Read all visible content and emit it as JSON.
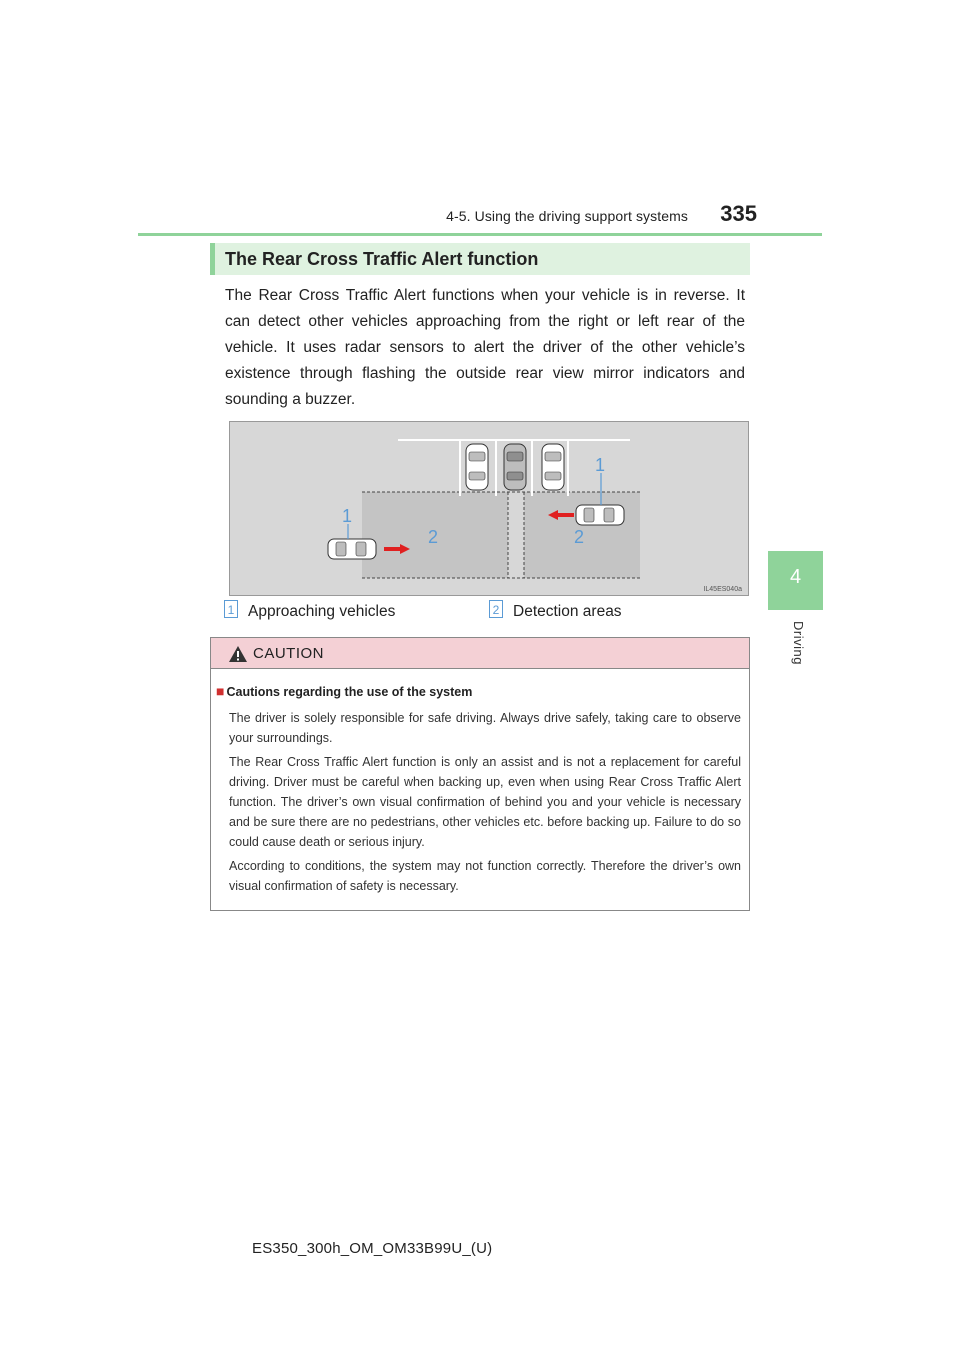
{
  "header": {
    "section_path": "4-5. Using the driving support systems",
    "page_number": "335"
  },
  "chapter_tab": {
    "number": "4",
    "label": "Driving"
  },
  "section": {
    "heading": "The Rear Cross Traffic Alert function",
    "body": "The Rear Cross Traffic Alert functions when your vehicle is in reverse. It can detect other vehicles approaching from the right or left rear of the vehicle. It uses radar sensors to alert the driver of the other vehicle’s existence through flashing the outside rear view mirror indicators and sounding a buzzer."
  },
  "figure": {
    "code": "IL45ES040a",
    "callout_1": "1",
    "callout_2": "2",
    "colors": {
      "arrow": "#e02020",
      "callout": "#5b9bd5",
      "area": "#c4c4c4",
      "background": "#d7d7d7"
    }
  },
  "legend": [
    {
      "number": "1",
      "text": "Approaching vehicles"
    },
    {
      "number": "2",
      "text": "Detection areas"
    }
  ],
  "caution": {
    "title": "CAUTION",
    "subheading": "Cautions regarding the use of the system",
    "paragraphs": [
      "The driver is solely responsible for safe driving. Always drive safely, taking care to observe your surroundings.",
      "The Rear Cross Traffic Alert function is only an assist and is not a replacement for careful driving. Driver must be careful when backing up, even when using Rear Cross Traffic Alert function. The driver’s own visual confirmation of behind you and your vehicle is necessary and be sure there are no pedestrians, other vehicles etc. before backing up. Failure to do so could cause death or serious injury.",
      "According to conditions, the system may not function correctly. Therefore the driver’s own visual confirmation of safety is necessary."
    ]
  },
  "footer": {
    "document_code": "ES350_300h_OM_OM33B99U_(U)"
  }
}
